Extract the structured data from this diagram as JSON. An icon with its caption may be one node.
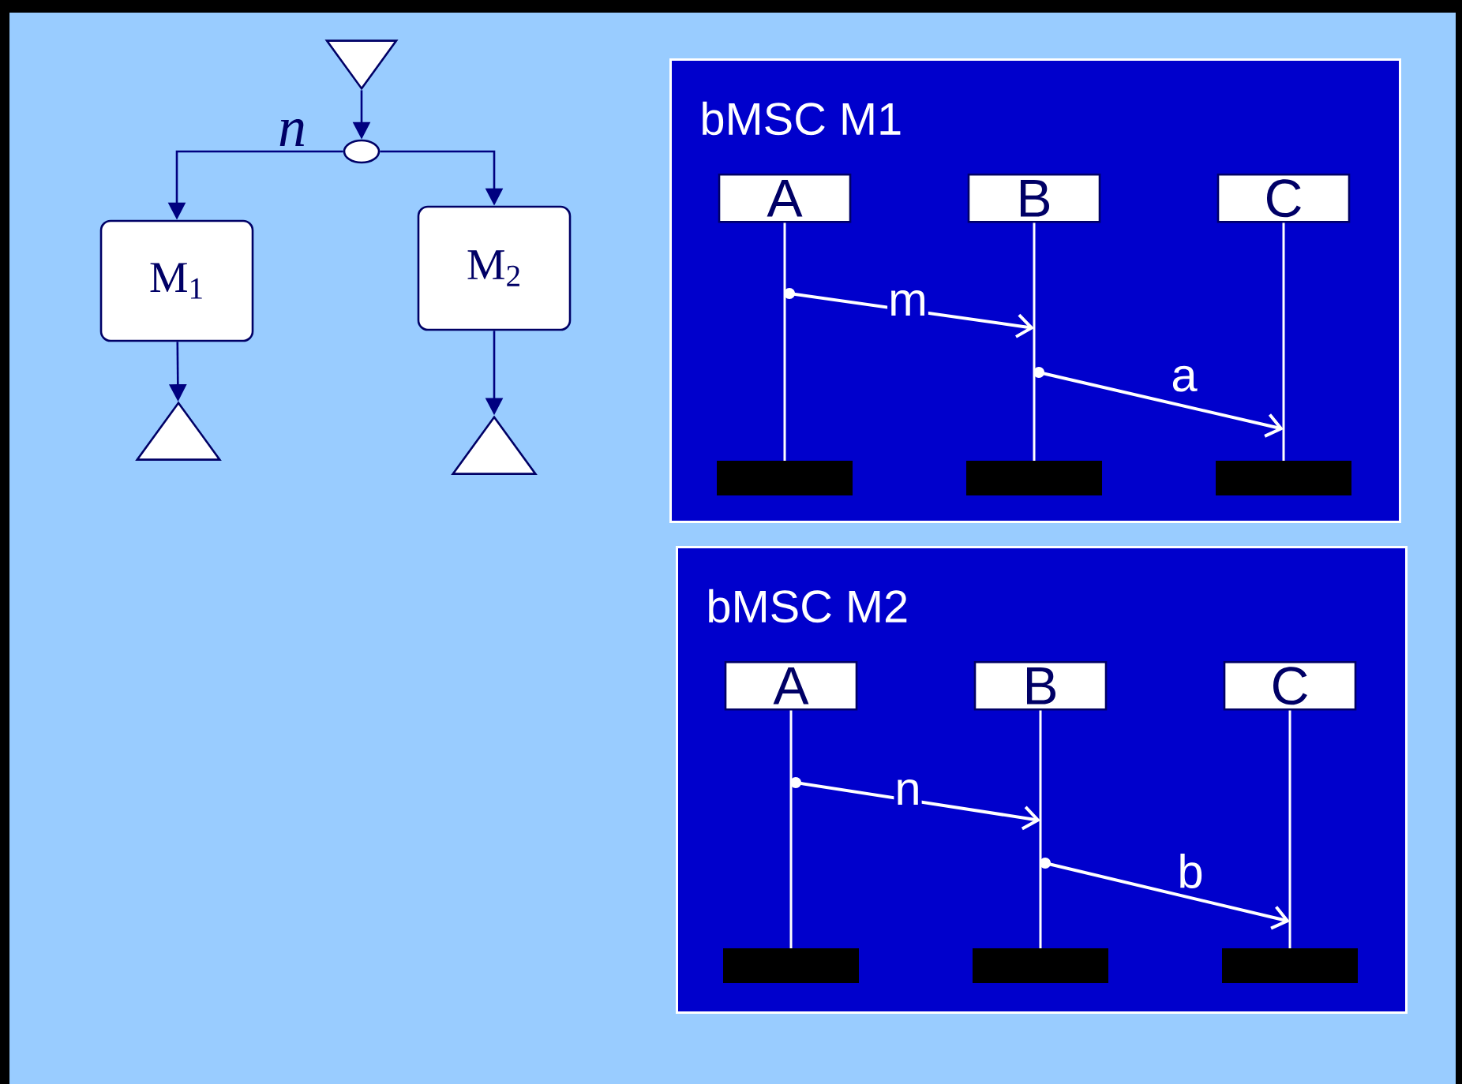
{
  "diagram": {
    "nodes": [
      {
        "text": [],
        "shape": "triangle"
      },
      {
        "text": [],
        "shape": "circle"
      },
      {
        "text": [
          "M$_{1}$"
        ]
      },
      {
        "text": [
          "M$_{2}$"
        ]
      },
      {
        "text": [],
        "shape": "triangle"
      },
      {
        "text": [],
        "shape": "triangle"
      },
      {
        "text": [
          "bMSC M1"
        ]
      },
      {
        "text": [
          "A"
        ],
        "in": 6
      },
      {
        "text": [
          "B"
        ],
        "in": 6
      },
      {
        "text": [
          "C"
        ],
        "in": 6
      },
      {
        "text": [
          "bMSC M2"
        ]
      },
      {
        "text": [
          "A"
        ],
        "in": 10
      },
      {
        "text": [
          "B"
        ],
        "in": 10
      },
      {
        "text": [
          "C"
        ],
        "in": 10
      }
    ],
    "edges": [
      {
        "from": 0,
        "to": 1,
        "arrow": "to"
      },
      {
        "from": 1,
        "to": 2,
        "arrow": "to",
        "label": "n"
      },
      {
        "from": 1,
        "to": 3,
        "arrow": "to"
      },
      {
        "from": 2,
        "to": 4,
        "arrow": "to"
      },
      {
        "from": 3,
        "to": 5,
        "arrow": "to"
      },
      {
        "from": 7,
        "to": 8,
        "arrow": "to",
        "label": "m",
        "color": "#ffffff"
      },
      {
        "from": 8,
        "to": 9,
        "arrow": "to",
        "label": "a",
        "color": "#ffffff"
      },
      {
        "from": 11,
        "to": 12,
        "arrow": "to",
        "label": "n",
        "color": "#ffffff"
      },
      {
        "from": 12,
        "to": 13,
        "arrow": "to",
        "label": "b",
        "color": "#ffffff"
      }
    ]
  }
}
